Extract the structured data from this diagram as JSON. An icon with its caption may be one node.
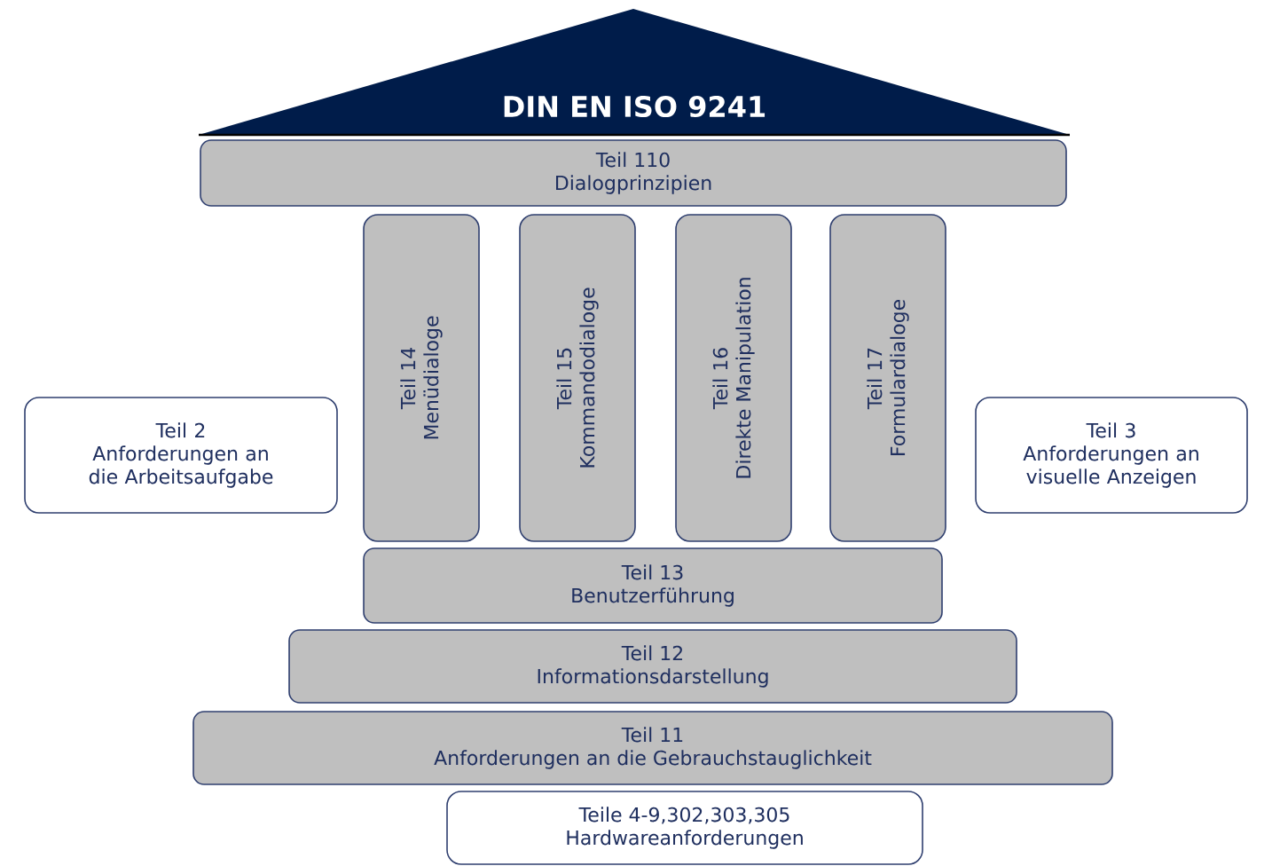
{
  "diagram": {
    "nodes": [
      {
        "text": [
          "DIN EN ISO 9241"
        ]
      },
      {
        "text": [
          "Teil 110",
          "Dialogprinzipien"
        ]
      },
      {
        "text": [
          "Teil 14",
          "Menüdialoge"
        ]
      },
      {
        "text": [
          "Teil 15",
          "Kommandodialoge"
        ]
      },
      {
        "text": [
          "Teil 16",
          "Direkte Manipulation"
        ]
      },
      {
        "text": [
          "Teil 17",
          "Formulardialoge"
        ]
      },
      {
        "text": [
          "Teil 2",
          "Anforderungen an die Arbeitsaufgabe"
        ]
      },
      {
        "text": [
          "Teil 3",
          "Anforderungen an visuelle Anzeigen"
        ]
      },
      {
        "text": [
          "Teil 13",
          "Benutzerführung"
        ]
      },
      {
        "text": [
          "Teil 12",
          "Informationsdarstellung"
        ]
      },
      {
        "text": [
          "Teil 11",
          "Anforderungen an die Gebrauchstauglichkeit"
        ]
      },
      {
        "text": [
          "Teile 4-9,302,303,305",
          "Hardwareanforderungen"
        ]
      }
    ]
  }
}
